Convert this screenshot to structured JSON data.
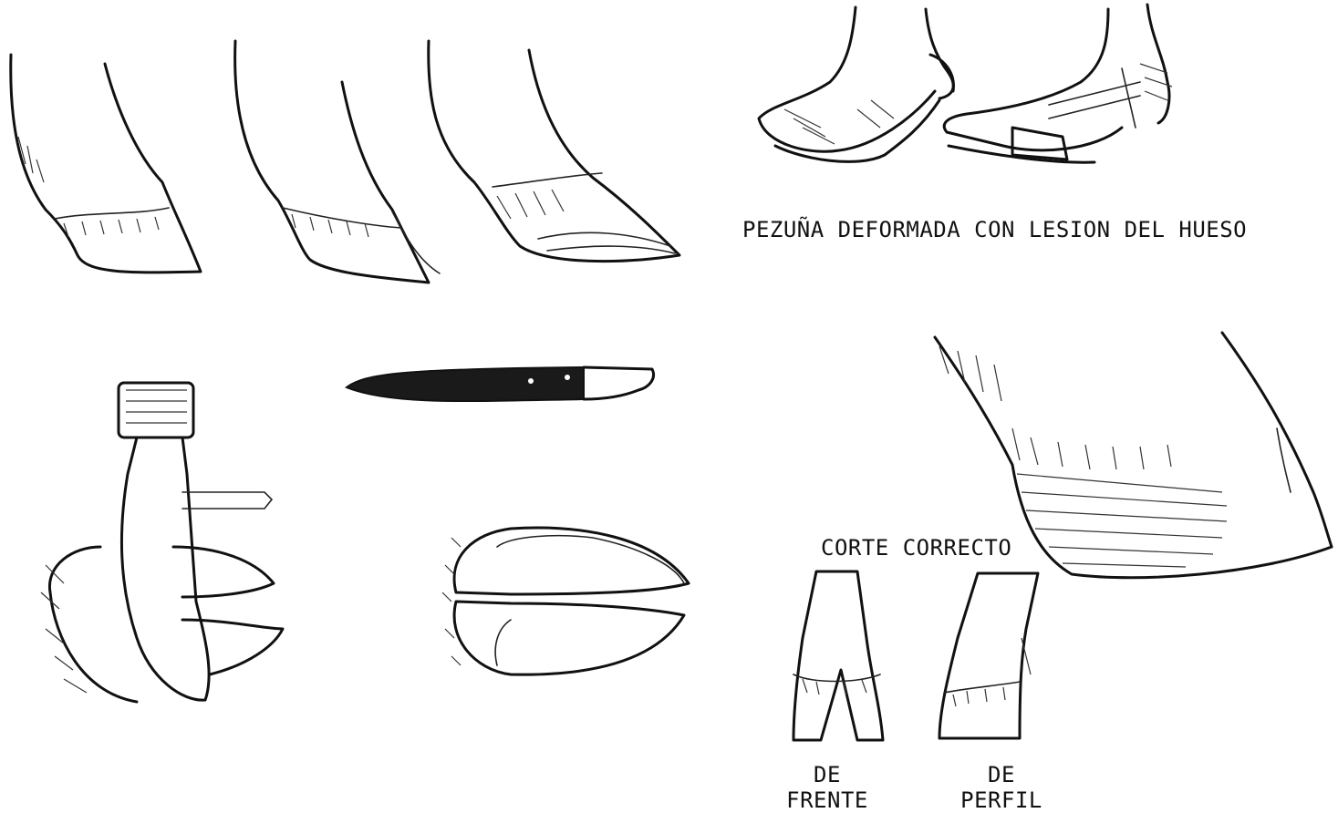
{
  "labels": {
    "deformed_hoof": "PEZUÑA DEFORMADA CON LESION DEL HUESO",
    "correct_cut": "CORTE CORRECTO",
    "front_view": [
      "DE",
      "FRENTE"
    ],
    "side_view": [
      "DE",
      "PERFIL"
    ]
  },
  "colors": {
    "ink": "#111111",
    "paper": "#ffffff"
  }
}
